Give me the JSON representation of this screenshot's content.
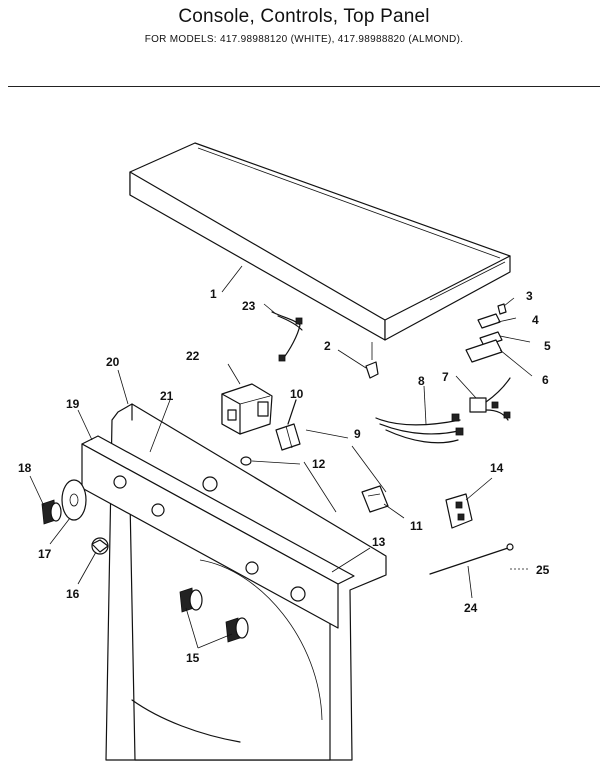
{
  "header": {
    "title": "Console, Controls, Top Panel",
    "subtitle": "FOR MODELS: 417.98988120 (WHITE), 417.98988820 (ALMOND)."
  },
  "callouts": [
    "1",
    "2",
    "3",
    "4",
    "5",
    "6",
    "7",
    "8",
    "9",
    "10",
    "11",
    "12",
    "13",
    "14",
    "15",
    "16",
    "17",
    "18",
    "19",
    "20",
    "21",
    "22",
    "23",
    "24",
    "25"
  ]
}
